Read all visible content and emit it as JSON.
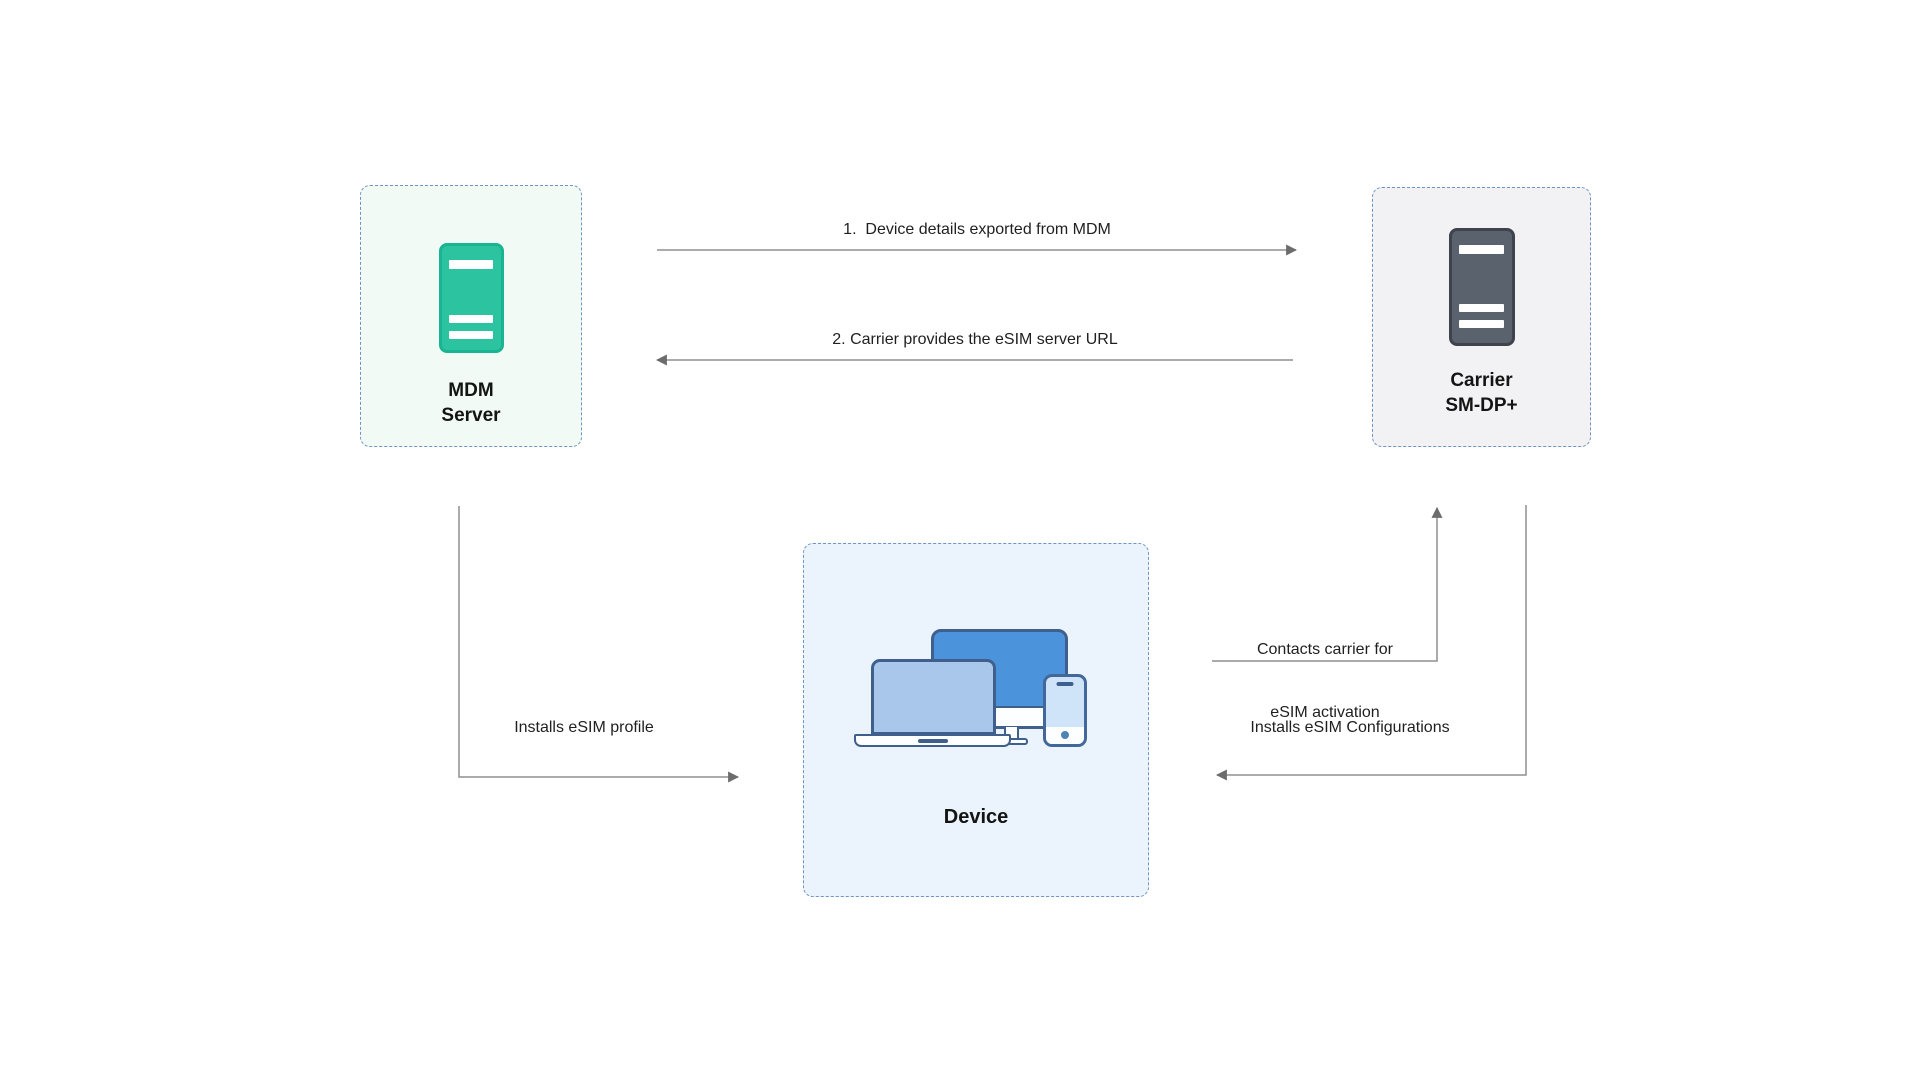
{
  "nodes": {
    "mdm": {
      "name": "MDM Server",
      "label_line1": "MDM",
      "label_line2": "Server",
      "icon": "server-icon",
      "icon_color": "#2cc3a0",
      "box_bg": "#f1faf5"
    },
    "carrier": {
      "name": "Carrier SM-DP+",
      "label_line1": "Carrier",
      "label_line2": "SM-DP+",
      "icon": "server-icon",
      "icon_color": "#5a626e",
      "box_bg": "#f2f2f4"
    },
    "device": {
      "label": "Device",
      "icon": "devices-illustration",
      "box_bg": "#ebf4fc"
    }
  },
  "flows": {
    "step1": {
      "label": "1.  Device details exported from MDM",
      "from": "MDM Server",
      "to": "Carrier SM-DP+"
    },
    "step2": {
      "label": "2. Carrier provides the eSIM server URL",
      "from": "Carrier SM-DP+",
      "to": "MDM Server"
    },
    "installs_profile": {
      "label": "Installs eSIM profile",
      "from": "MDM Server",
      "to": "Device"
    },
    "contacts_carrier": {
      "label_line1": "Contacts carrier for",
      "label_line2": "eSIM activation",
      "from": "Device",
      "to": "Carrier SM-DP+"
    },
    "installs_config": {
      "label": "Installs eSIM Configurations",
      "from": "Carrier SM-DP+",
      "to": "Device"
    }
  },
  "colors": {
    "page_bg": "#ffffff",
    "dashed_border": "#6f94c4",
    "connector_line": "#8f8f8f",
    "arrowhead": "#6c6c6c",
    "text": "#1f1f1f",
    "mdm_icon_fill": "#2cc3a0",
    "mdm_icon_border": "#19b491",
    "carrier_icon_fill": "#5a626e",
    "carrier_icon_border": "#3e434c",
    "monitor_blue": "#4b94db",
    "laptop_blue": "#a9c7ea",
    "phone_blue": "#cfe4f8",
    "device_outline": "#3f608d"
  }
}
